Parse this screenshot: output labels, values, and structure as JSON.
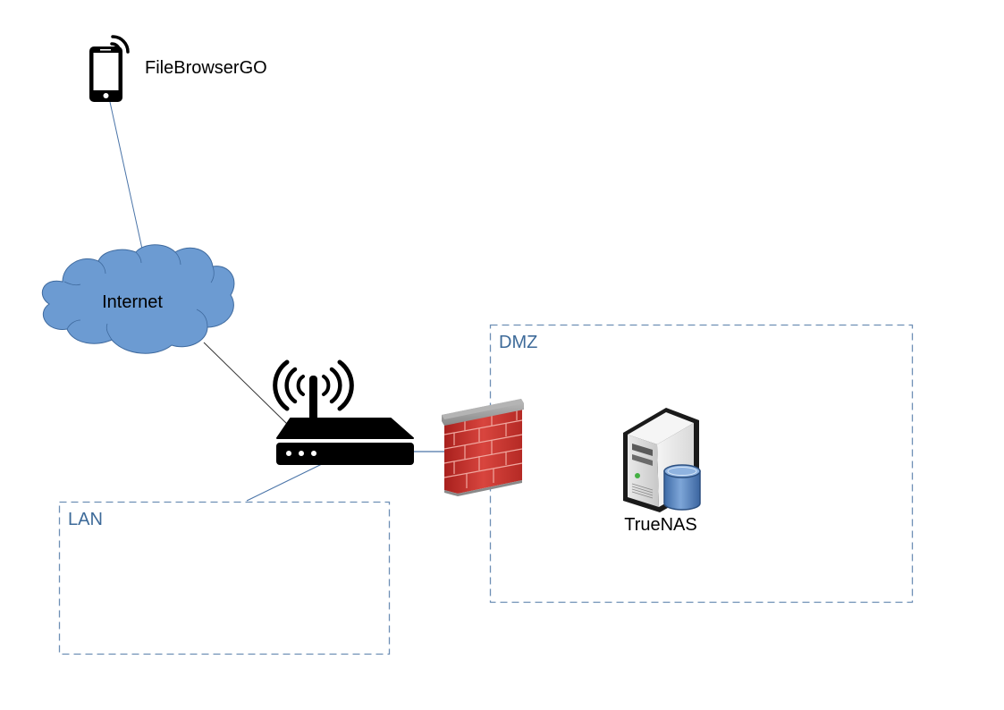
{
  "diagram": {
    "type": "network-topology",
    "nodes": {
      "phone": {
        "label": "FileBrowserGO",
        "icon": "smartphone-wireless-icon"
      },
      "internet": {
        "label": "Internet",
        "icon": "cloud-icon",
        "fill": "#6C9BD2",
        "stroke": "#3F6A9E"
      },
      "router": {
        "icon": "wireless-router-icon"
      },
      "firewall": {
        "icon": "firewall-brick-wall-icon",
        "brick_color": "#C8332F",
        "cap_color": "#9B9B9B"
      },
      "server": {
        "label": "TrueNAS",
        "icon": "server-database-icon"
      }
    },
    "zones": {
      "dmz": {
        "label": "DMZ",
        "color": "#3D6A99"
      },
      "lan": {
        "label": "LAN",
        "color": "#3D6A99"
      }
    },
    "edges": [
      {
        "from": "phone",
        "to": "internet",
        "color": "#4A74A8"
      },
      {
        "from": "internet",
        "to": "router",
        "color": "#333333"
      },
      {
        "from": "router",
        "to": "firewall",
        "color": "#4A74A8"
      },
      {
        "from": "router",
        "to": "lan",
        "color": "#4A74A8"
      }
    ]
  }
}
